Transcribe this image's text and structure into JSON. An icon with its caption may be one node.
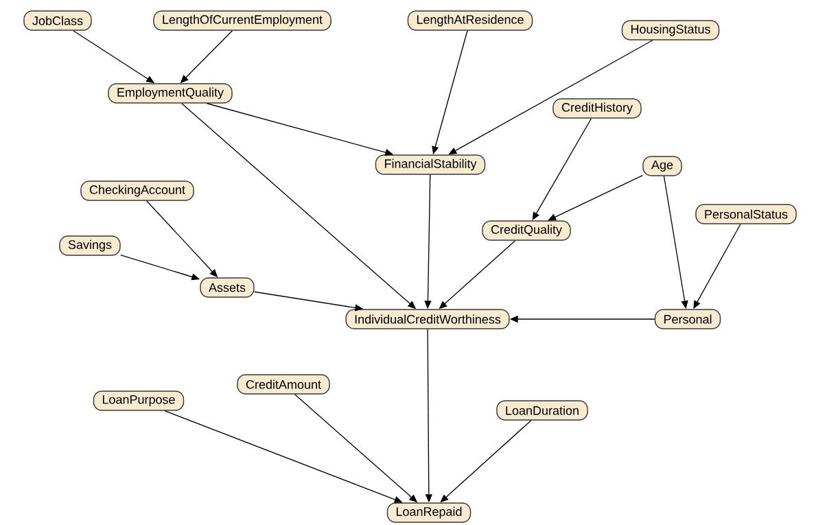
{
  "diagram": {
    "nodes": [
      {
        "text": [
          "JobClass"
        ]
      },
      {
        "text": [
          "LengthOfCurrentEmployment"
        ]
      },
      {
        "text": [
          "LengthAtResidence"
        ]
      },
      {
        "text": [
          "HousingStatus"
        ]
      },
      {
        "text": [
          "EmploymentQuality"
        ]
      },
      {
        "text": [
          "CreditHistory"
        ]
      },
      {
        "text": [
          "FinancialStability"
        ]
      },
      {
        "text": [
          "Age"
        ]
      },
      {
        "text": [
          "CheckingAccount"
        ]
      },
      {
        "text": [
          "PersonalStatus"
        ]
      },
      {
        "text": [
          "CreditQuality"
        ]
      },
      {
        "text": [
          "Savings"
        ]
      },
      {
        "text": [
          "Assets"
        ]
      },
      {
        "text": [
          "IndividualCreditWorthiness"
        ]
      },
      {
        "text": [
          "Personal"
        ]
      },
      {
        "text": [
          "CreditAmount"
        ]
      },
      {
        "text": [
          "LoanPurpose"
        ]
      },
      {
        "text": [
          "LoanDuration"
        ]
      },
      {
        "text": [
          "LoanRepaid"
        ]
      }
    ],
    "edges": [
      {
        "from": 0,
        "to": 4,
        "arrow": "to"
      },
      {
        "from": 1,
        "to": 4,
        "arrow": "to"
      },
      {
        "from": 2,
        "to": 6,
        "arrow": "to"
      },
      {
        "from": 3,
        "to": 6,
        "arrow": "to"
      },
      {
        "from": 4,
        "to": 6,
        "arrow": "to"
      },
      {
        "from": 4,
        "to": 13,
        "arrow": "to"
      },
      {
        "from": 5,
        "to": 10,
        "arrow": "to"
      },
      {
        "from": 7,
        "to": 10,
        "arrow": "to"
      },
      {
        "from": 7,
        "to": 14,
        "arrow": "to"
      },
      {
        "from": 8,
        "to": 12,
        "arrow": "to"
      },
      {
        "from": 11,
        "to": 12,
        "arrow": "to"
      },
      {
        "from": 6,
        "to": 13,
        "arrow": "to"
      },
      {
        "from": 10,
        "to": 13,
        "arrow": "to"
      },
      {
        "from": 12,
        "to": 13,
        "arrow": "to"
      },
      {
        "from": 9,
        "to": 14,
        "arrow": "to"
      },
      {
        "from": 14,
        "to": 13,
        "arrow": "to"
      },
      {
        "from": 13,
        "to": 18,
        "arrow": "to"
      },
      {
        "from": 16,
        "to": 18,
        "arrow": "to"
      },
      {
        "from": 15,
        "to": 18,
        "arrow": "to"
      },
      {
        "from": 17,
        "to": 18,
        "arrow": "to"
      }
    ]
  }
}
